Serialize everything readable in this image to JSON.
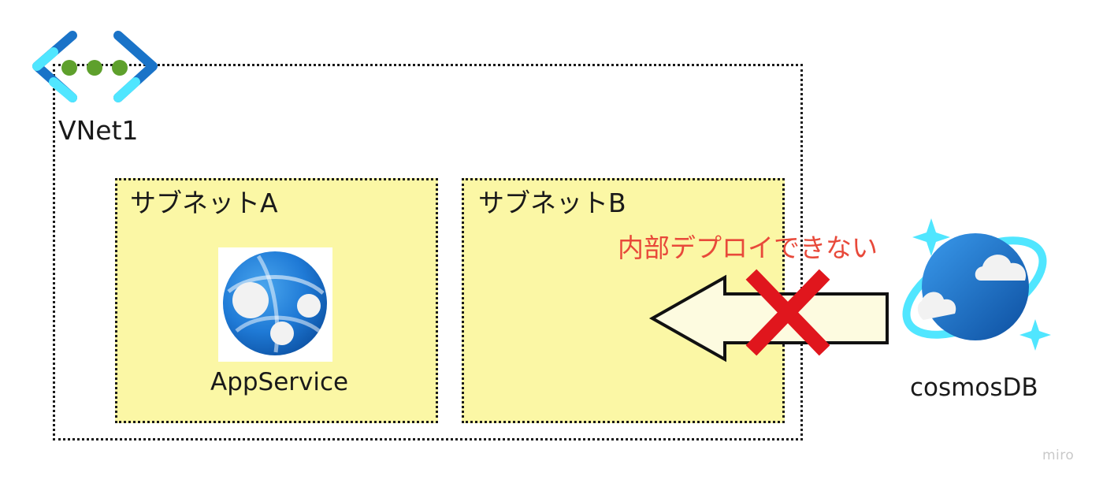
{
  "vnet": {
    "label": "VNet1",
    "icon": "vnet-icon"
  },
  "subnets": [
    {
      "label": "サブネットA",
      "service_label": "AppService",
      "service_icon": "app-service-icon"
    },
    {
      "label": "サブネットB"
    }
  ],
  "external_service": {
    "label": "cosmosDB",
    "icon": "cosmos-db-icon"
  },
  "connection": {
    "status_text": "内部デプロイできない",
    "status_icon": "cross-icon",
    "direction_icon": "arrow-left-icon"
  },
  "watermark": "miro",
  "colors": {
    "subnet_fill": "#fbf7a5",
    "warning_text": "#e8493a",
    "cross": "#e0161d",
    "arrow_fill": "#fdfbe0",
    "azure_blue_dark": "#1a73c8",
    "azure_blue_light": "#50e6ff",
    "vnet_dots": "#5ea02c"
  }
}
